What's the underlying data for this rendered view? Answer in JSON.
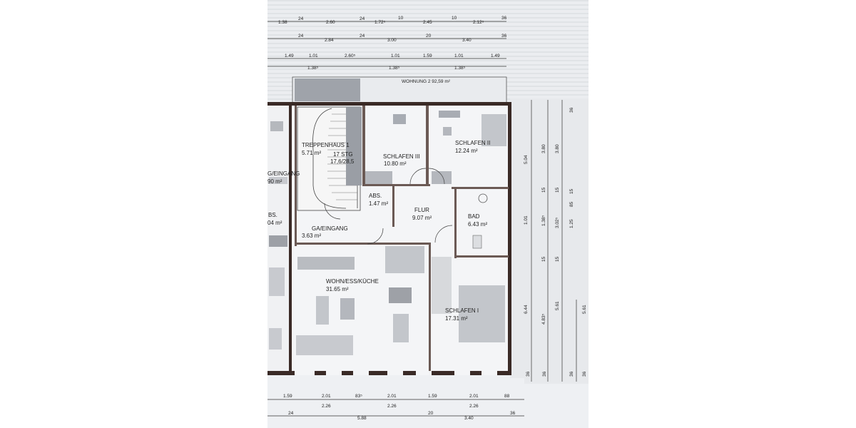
{
  "header": {
    "apartment_label": "WOHNUNG 2  92,59 m²"
  },
  "rooms": [
    {
      "id": "treppenhaus",
      "name": "TREPPENHAUS 1",
      "area": "5.71 m²"
    },
    {
      "id": "stairs",
      "name": "17 STG",
      "area": "17,6/28,5"
    },
    {
      "id": "schlafen3",
      "name": "SCHLAFEN III",
      "area": "10.80 m²"
    },
    {
      "id": "schlafen2",
      "name": "SCHLAFEN II",
      "area": "12.24 m²"
    },
    {
      "id": "eingang-left",
      "name": "G/EINGANG",
      "area": "90 m²"
    },
    {
      "id": "abs1",
      "name": "ABS.",
      "area": "1.47 m²"
    },
    {
      "id": "flur",
      "name": "FLUR",
      "area": "9.07 m²"
    },
    {
      "id": "bad",
      "name": "BAD",
      "area": "6.43 m²"
    },
    {
      "id": "abs-left",
      "name": "BS.",
      "area": "04 m²"
    },
    {
      "id": "gaeingang",
      "name": "GA/EINGANG",
      "area": "3.63 m²"
    },
    {
      "id": "wohn",
      "name": "WOHN/ESS/KÜCHE",
      "area": "31.65 m²"
    },
    {
      "id": "schlafen1",
      "name": "SCHLAFEN I",
      "area": "17.31 m²"
    }
  ],
  "dims_top": {
    "row1": [
      "1.38",
      "24",
      "2.60",
      "24",
      "1.72⁵",
      "10",
      "2.45",
      "10",
      "2.12⁵",
      "36"
    ],
    "row2": [
      "24",
      "2.84",
      "24",
      "3.00",
      "20",
      "3.40",
      "36"
    ],
    "row3": [
      "1.49",
      "1.01",
      "2.60⁵",
      "1.01",
      "1.59",
      "1.01",
      "1.49"
    ],
    "row4": [
      "1.38⁵",
      "1.38⁵",
      "1.38⁵"
    ]
  },
  "dims_right": {
    "col1": [
      "5.04",
      "1.01",
      "6.44"
    ],
    "col2": [
      "3.80",
      "15",
      "1.38⁵",
      "15",
      "4.83⁵"
    ],
    "col3": [
      "3.80",
      "15",
      "3.02⁵",
      "15",
      "5.61"
    ],
    "col4": [
      "36",
      "15",
      "85",
      "1.25",
      "36"
    ],
    "far": [
      "36",
      "36",
      "5.61",
      "36"
    ]
  },
  "dims_bottom": {
    "row1": [
      "1.59",
      "2.01",
      "83⁵",
      "2.01",
      "1.59",
      "2.01",
      "88"
    ],
    "row2": [
      "2.26",
      "2.26",
      "2.26"
    ],
    "row3": [
      "24",
      "5.88",
      "20",
      "3.40",
      "36"
    ]
  }
}
